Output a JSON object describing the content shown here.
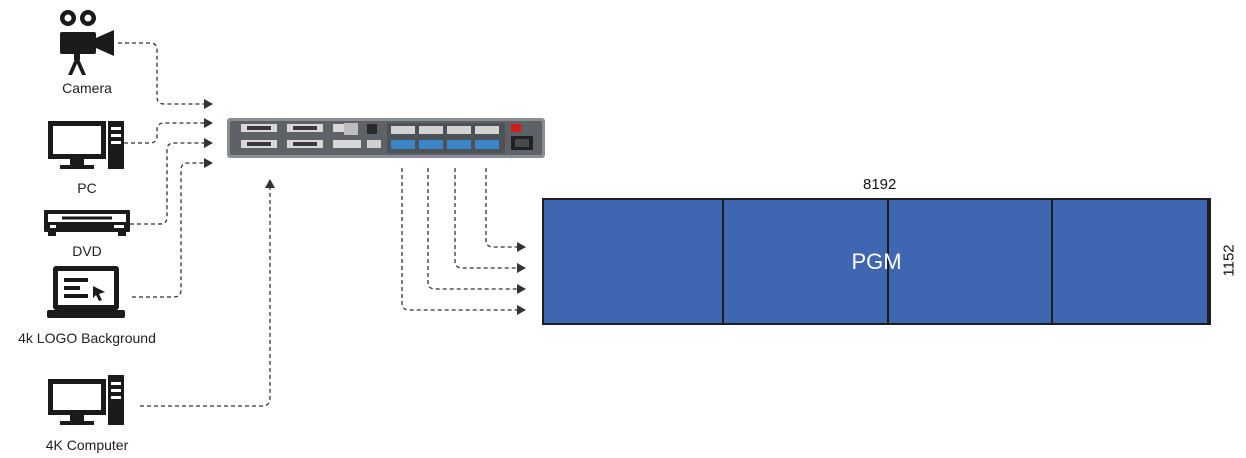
{
  "sources": [
    {
      "label": "Camera",
      "icon": "camera-icon"
    },
    {
      "label": "PC",
      "icon": "desktop-pc-icon"
    },
    {
      "label": "DVD",
      "icon": "dvd-player-icon"
    },
    {
      "label": "4k LOGO Background",
      "icon": "laptop-icon"
    },
    {
      "label": "4K Computer",
      "icon": "desktop-pc-icon"
    }
  ],
  "processor": {
    "icon": "video-processor-icon"
  },
  "led_wall": {
    "label": "PGM",
    "width_label": "8192",
    "height_label": "1152",
    "panel_count": 4,
    "fill_color": "#3f66b0",
    "border_color": "#1e1e1e"
  },
  "colors": {
    "connector": "#333333",
    "icon": "#1a1a1a",
    "port_blue": "#3a86c8",
    "power_red": "#d01c1c"
  }
}
